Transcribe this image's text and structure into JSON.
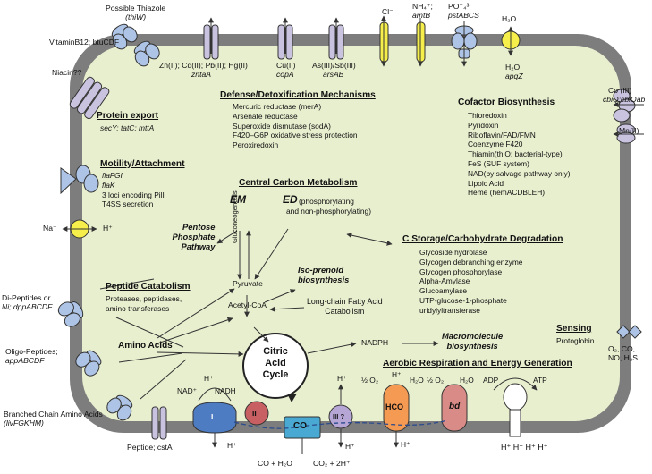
{
  "external_labels": {
    "thiazole_line1": "Possible Thiazole",
    "thiazole_line2": "(thiW)",
    "vitaminb12": "VitaminB12; btuCDF",
    "niacin": "Niacin??",
    "metals_line1": "Zn(II); Cd(II); Pb(II); Hg(II)",
    "metals_line2": "zntaA",
    "cu_line1": "Cu(II)",
    "cu_line2": "copA",
    "as_line1": "As(III)/Sb(III)",
    "as_line2": "arsAB",
    "cl": "Cl⁻",
    "nh4_line1": "NH₄⁺;",
    "nh4_line2": "amtB",
    "po4_line1": "PO⁻₄³;",
    "po4_line2": "pstABCS",
    "h2o_top": "H₂O",
    "h2o_line1": "H₂O;",
    "h2o_line2": "apqZ",
    "co3_line1": "Co (III)",
    "co3_line2": "cbiQ;cbiOab",
    "mn": "Mn(II)",
    "na": "Na⁺",
    "h_na": "H⁺",
    "dipep_line1": "Di-Peptides or",
    "dipep_line2": "Ni; dppABCDF",
    "oligo_line1": "Oligo-Peptides;",
    "oligo_line2": "appABCDF",
    "branched_line1": "Branched Chain Amino Acids",
    "branched_line2": "(livFGKHM)",
    "peptide": "Peptide; cstA",
    "gases_line1": "O₂, CO,",
    "gases_line2": "NO, H₂S",
    "co_h2o": "CO + H₂O",
    "co2_2h": "CO₂ + 2H⁺",
    "h_out_cluster": "H⁺"
  },
  "sections": {
    "defense": {
      "title": "Defense/Detoxification Mechanisms",
      "items": [
        "Mercuric reductase (merA)",
        "Arsenate reductase",
        "Superoxide  dismutase (sodA)",
        "F420–G6P oxidative stress protection",
        "Peroxiredoxin"
      ]
    },
    "cofactor": {
      "title": "Cofactor Biosynthesis",
      "items": [
        "Thioredoxin",
        "Pyridoxin",
        "Riboflavin/FAD/FMN",
        "Coenzyme F420",
        "Thiamin(thiO; bacterial-type)",
        "FeS (SUF system)",
        "NAD(by salvage pathway only)",
        "Lipoic Acid",
        "Heme (hemACDBLEH)"
      ]
    },
    "protein_export": {
      "title": "Protein export",
      "items": [
        "secY; tatC; mttA"
      ]
    },
    "motility": {
      "title": "Motility/Attachment",
      "items": [
        "flaFGI",
        "flaK",
        "3 loci encoding Pilli",
        "T4SS secretion"
      ]
    },
    "central": {
      "title": "Central Carbon Metabolism",
      "em": "EM",
      "ed": "ED",
      "ed_note1": "(phosphorylating",
      "ed_note2": "and non-phosphorylating)"
    },
    "carbohydrate": {
      "title": "C Storage/Carbohydrate Degradation",
      "items": [
        "Glycoside hydrolase",
        "Glycogen debranching enzyme",
        "Glycogen phosphorylase",
        "Alpha-Amylase",
        "Glucoamylase",
        "UTP-glucose-1-phosphate",
        "uridylyltransferase"
      ]
    },
    "peptide_catabolism": {
      "title": "Peptide Catabolism",
      "items": [
        "Proteases, peptidases,",
        "amino transferases"
      ]
    },
    "sensing": {
      "title": "Sensing",
      "items": [
        "Protoglobin"
      ]
    },
    "aerobic": {
      "title": "Aerobic Respiration and Energy Generation"
    }
  },
  "pathway": {
    "pentose1": "Pentose",
    "pentose2": "Phosphate",
    "pentose3": "Pathway",
    "gluconeogenesis": "Gluconeogenesis",
    "pyruvate": "Pyruvate",
    "acetylcoa": "Acetyl-CoA",
    "isoprenoid1": "Iso-prenoid",
    "isoprenoid2": "biosynthesis",
    "lcfa1": "Long-chain Fatty Acid",
    "lcfa2": "Catabolism",
    "amino_acids": "Amino Acids",
    "nadph": "NADPH",
    "macro1": "Macromolecule",
    "macro2": "biosynthesis",
    "tca1": "Citric",
    "tca2": "Acid",
    "tca3": "Cycle"
  },
  "respiration": {
    "complex_I": "I",
    "complex_II": "II",
    "complex_III": "III ?",
    "co": "CO",
    "hco": "HCO",
    "bd": "bd",
    "nad": "NAD⁺",
    "nadh": "NADH",
    "h_plus": "H⁺",
    "half_o2": "½ O₂",
    "h2o": "H₂O",
    "adp": "ADP",
    "atp": "ATP"
  },
  "colors": {
    "membrane": "#7d7d7d",
    "cytoplasm": "#e8efcf",
    "transporter_purple": "#c9c3e0",
    "transporter_blue": "#aec4e6",
    "channel_yellow": "#f6ef4b",
    "complex_I": "#4d7cc2",
    "complex_II": "#c85f63",
    "complex_III": "#b6a6d6",
    "co_box": "#4aa9d2",
    "hco": "#f59a52",
    "bd": "#d98c87"
  }
}
